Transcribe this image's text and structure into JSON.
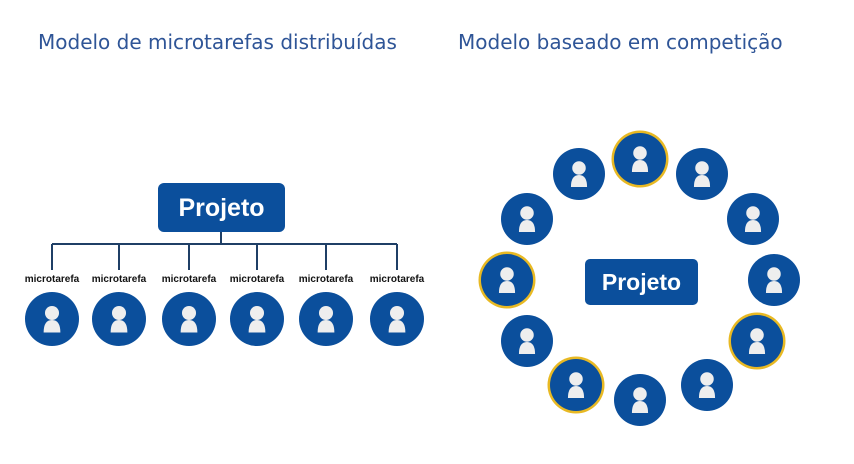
{
  "left_panel": {
    "title": "Modelo de microtarefas distribuídas",
    "center_label": "Projeto",
    "microtask_labels": [
      "microtarefa",
      "microtarefa",
      "microtarefa",
      "microtarefa",
      "microtarefa",
      "microtarefa"
    ]
  },
  "right_panel": {
    "title": "Modelo baseado em competição",
    "center_label": "Projeto",
    "participants_highlighted": [
      true,
      false,
      false,
      false,
      false,
      true,
      false,
      false,
      true,
      true,
      false,
      false
    ]
  },
  "colors": {
    "primary": "#0b4f9c",
    "title": "#2f5597",
    "highlight": "#e8b923",
    "user_glyph": "#eeeeee"
  }
}
